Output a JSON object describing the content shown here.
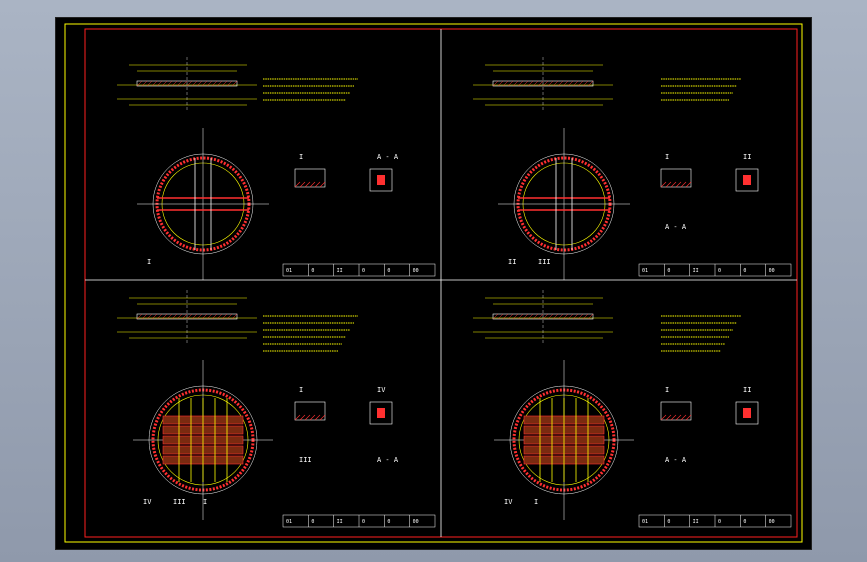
{
  "colors": {
    "background": "#000000",
    "frame": "#ff0000",
    "inner_frame": "#ffff00",
    "dimension": "#ffff00",
    "outline": "#ffffff",
    "hatch": "#ff3030",
    "centerline": "#ffffff",
    "node_marker": "#ff00ff"
  },
  "sheets": [
    {
      "name": "top-left",
      "section_labels": [
        "I",
        "A - A"
      ],
      "side_marks": [
        "I"
      ],
      "title_block_cols": [
        "01",
        "0",
        "II",
        "0",
        "0",
        "00"
      ]
    },
    {
      "name": "top-right",
      "section_labels": [
        "I",
        "II",
        "A - A"
      ],
      "side_marks": [
        "II",
        "III"
      ],
      "title_block_cols": [
        "01",
        "0",
        "II",
        "0",
        "0",
        "00"
      ]
    },
    {
      "name": "bottom-left",
      "section_labels": [
        "I",
        "IV",
        "III",
        "A - A"
      ],
      "side_marks": [
        "IV",
        "III",
        "I"
      ],
      "title_block_cols": [
        "01",
        "0",
        "II",
        "0",
        "0",
        "00"
      ]
    },
    {
      "name": "bottom-right",
      "section_labels": [
        "I",
        "II",
        "A - A"
      ],
      "side_marks": [
        "IV",
        "I"
      ],
      "title_block_cols": [
        "01",
        "0",
        "II",
        "0",
        "0",
        "00"
      ]
    }
  ]
}
